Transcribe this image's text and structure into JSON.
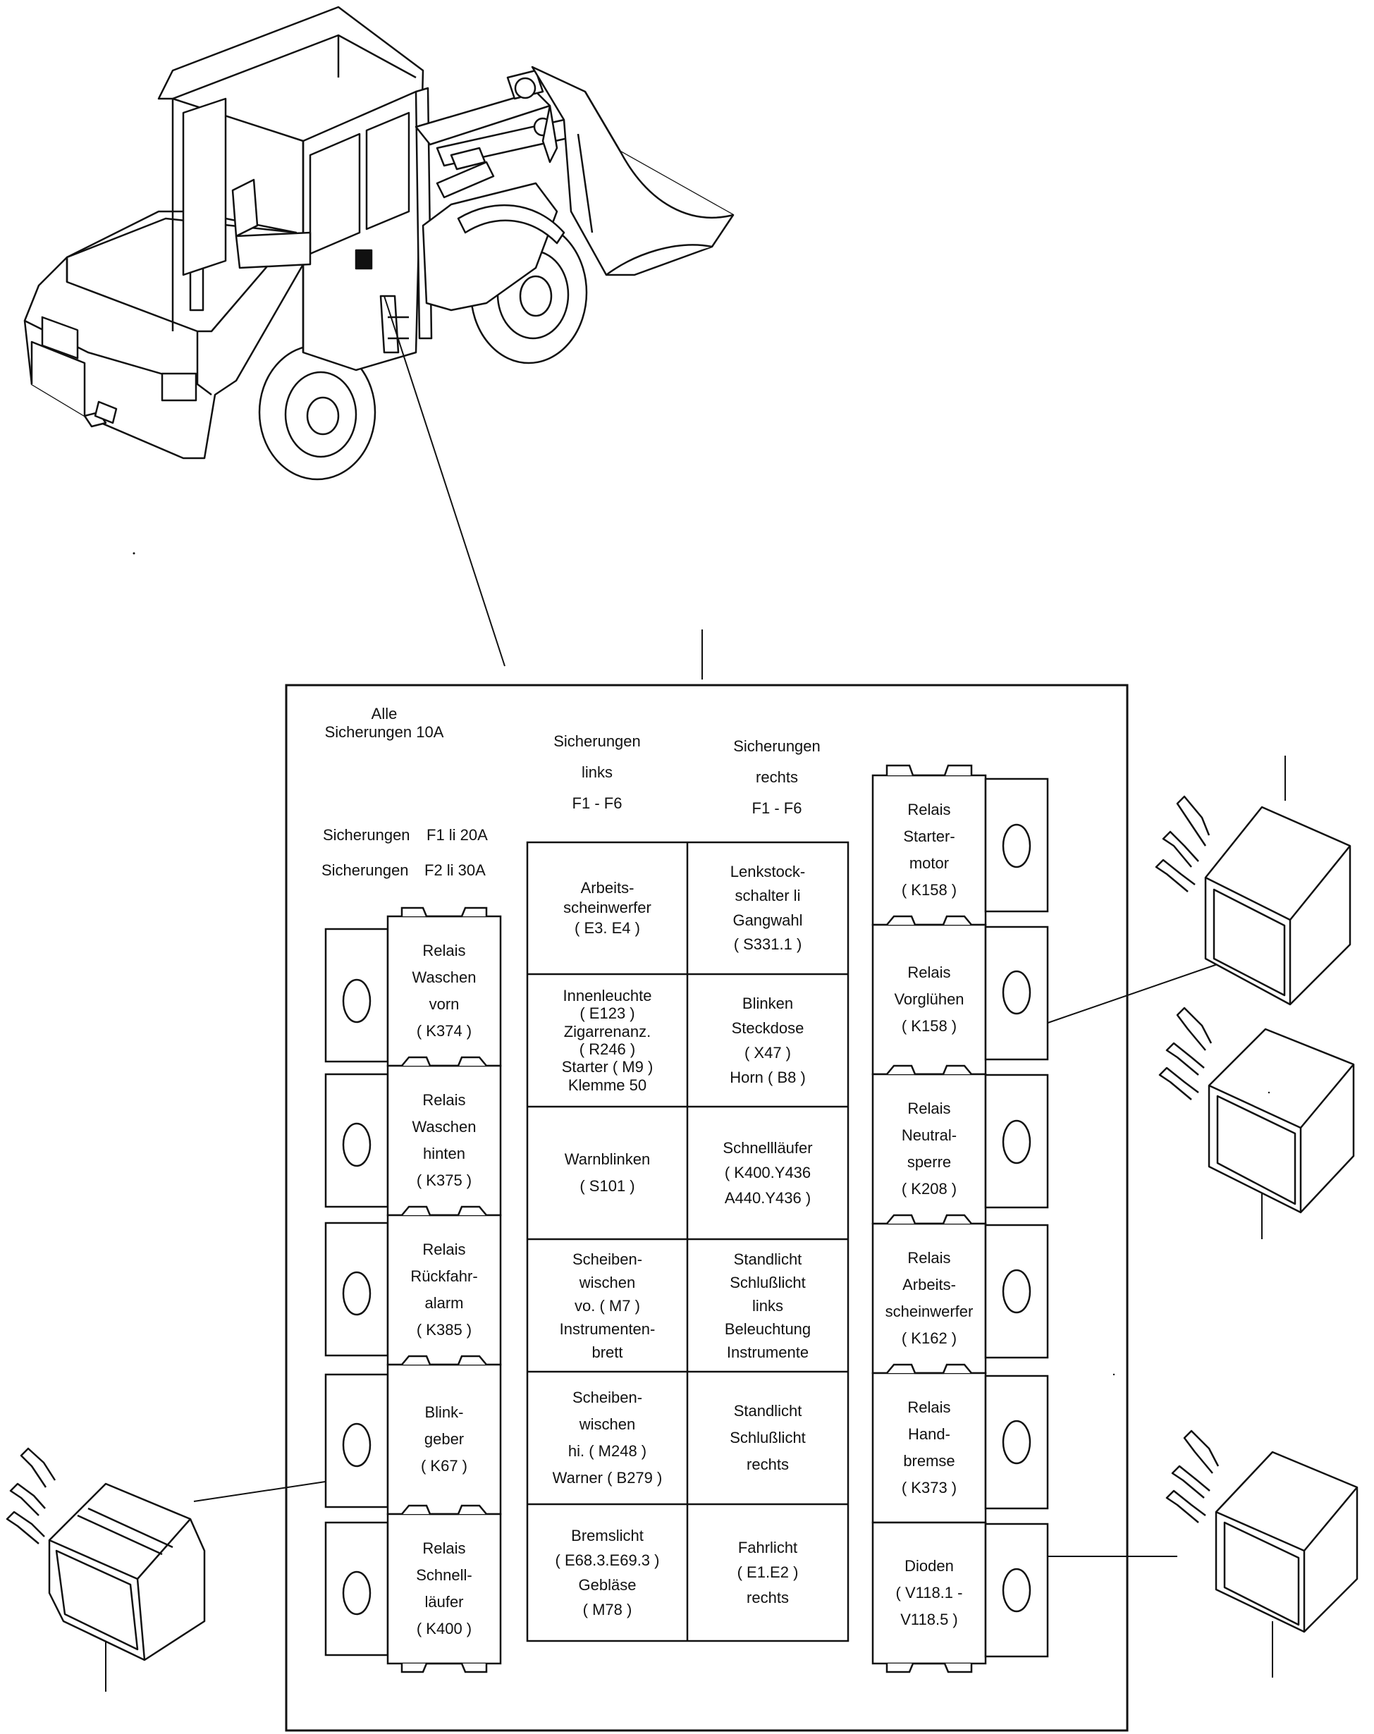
{
  "header": {
    "all_fuses": "Alle\nSicherungen 10A",
    "fuses_left": "Sicherungen\nlinks\nF1 - F6",
    "fuses_right": "Sicherungen\nrechts\nF1 - F6",
    "f1_name": "Sicherungen",
    "f1_value": "F1 li 20A",
    "f2_name": "Sicherungen",
    "f2_value": "F2 li 30A"
  },
  "left_relays": [
    "Relais\nWaschen\nvorn\n( K374 )",
    "Relais\nWaschen\nhinten\n( K375 )",
    "Relais\nRückfahr-\nalarm\n( K385 )",
    "Blink-\ngeber\n( K67 )",
    "Relais\nSchnell-\nläufer\n( K400 )"
  ],
  "fuses_left_cells": [
    "Arbeits-\nscheinwerfer\n( E3. E4 )",
    "Innenleuchte\n( E123 )\nZigarrenanz.\n( R246 )\nStarter ( M9 )\nKlemme 50",
    "Warnblinken\n( S101 )",
    "Scheiben-\nwischen\nvo. ( M7 )\nInstrumenten-\nbrett",
    "Scheiben-\nwischen\nhi. ( M248 )\nWarner ( B279 )",
    "Bremslicht\n( E68.3.E69.3 )\nGebläse\n( M78 )"
  ],
  "fuses_right_cells": [
    "Lenkstock-\nschalter li\nGangwahl\n( S331.1 )",
    "Blinken\nSteckdose\n( X47 )\nHorn ( B8 )",
    "Schnellläufer\n( K400.Y436\nA440.Y436 )",
    "Standlicht\nSchlußlicht\nlinks\nBeleuchtung\nInstrumente",
    "Standlicht\nSchlußlicht\nrechts",
    "Fahrlicht\n( E1.E2 )\nrechts"
  ],
  "right_relays": [
    "Relais\nStarter-\nmotor\n( K158 )",
    "Relais\nVorglühen\n( K158 )",
    "Relais\nNeutral-\nsperre\n( K208 )",
    "Relais\nArbeits-\nscheinwerfer\n( K162 )",
    "Relais\nHand-\nbremse\n( K373 )",
    "Dioden\n( V118.1 -\nV118.5 )"
  ]
}
